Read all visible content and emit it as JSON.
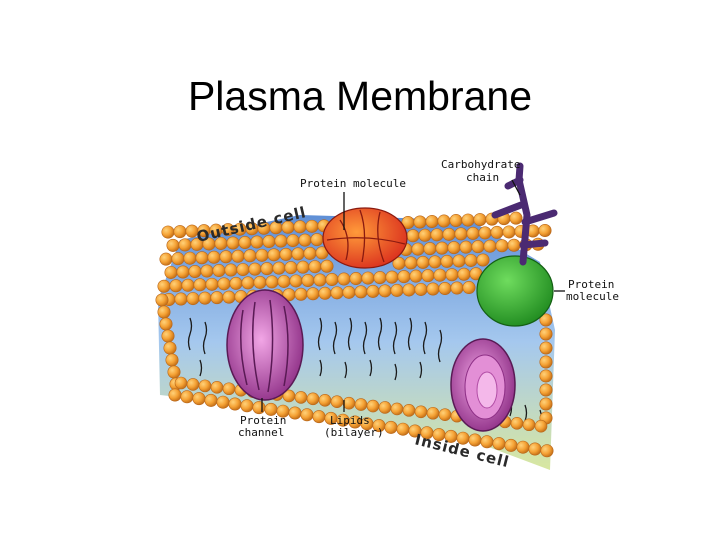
{
  "slide": {
    "title": "Plasma Membrane"
  },
  "diagram": {
    "labels": {
      "protein_molecule_top": "Protein molecule",
      "carbohydrate_line1": "Carbohydrate",
      "carbohydrate_line2": "chain",
      "outside_cell": "Outside cell",
      "protein_molecule_right_line1": "Protein",
      "protein_molecule_right_line2": "molecule",
      "protein_channel_line1": "Protein",
      "protein_channel_line2": "channel",
      "lipids_line1": "Lipids",
      "lipids_line2": "(bilayer)",
      "inside_cell": "Inside cell"
    },
    "colors": {
      "lipid_head": "#f5a235",
      "lipid_tail_bg": "#8fb8e6",
      "protein_top": "#f0582a",
      "protein_channel": "#b4479f",
      "protein_right": "#3fb33b",
      "carbohydrate": "#4b2a72"
    }
  }
}
